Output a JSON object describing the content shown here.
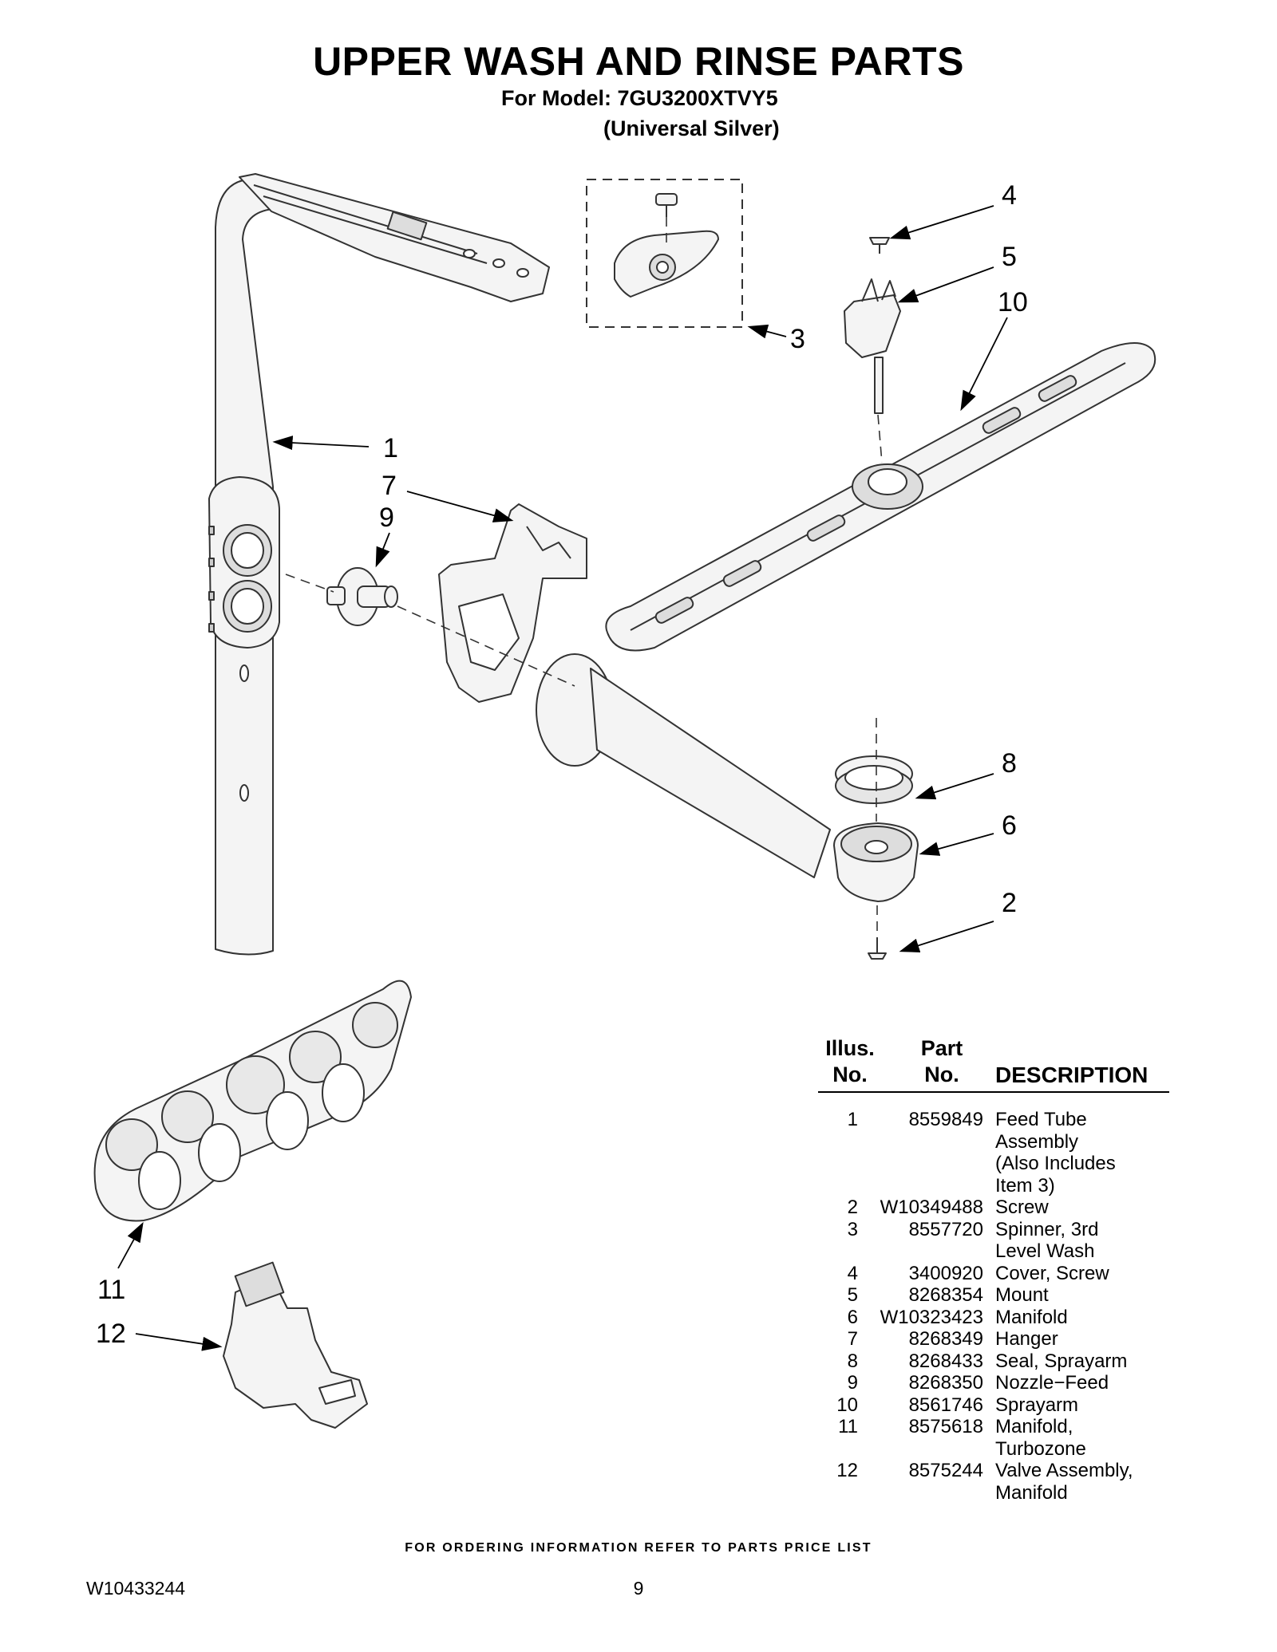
{
  "header": {
    "title": "UPPER WASH AND RINSE PARTS",
    "model_line": "For Model: 7GU3200XTVY5",
    "color_line": "(Universal Silver)"
  },
  "callouts": {
    "c1": "1",
    "c2": "2",
    "c3": "3",
    "c4": "4",
    "c5": "5",
    "c6": "6",
    "c7": "7",
    "c8": "8",
    "c9": "9",
    "c10": "10",
    "c11": "11",
    "c12": "12"
  },
  "parts_table": {
    "headers": {
      "illus_line1": "Illus.",
      "illus_line2": "No.",
      "part_line1": "Part",
      "part_line2": "No.",
      "description": "DESCRIPTION"
    },
    "rows": [
      {
        "illus": "1",
        "part": "8559849",
        "description": "Feed Tube\nAssembly\n(Also Includes\nItem 3)"
      },
      {
        "illus": "2",
        "part": "W10349488",
        "description": "Screw"
      },
      {
        "illus": "3",
        "part": "8557720",
        "description": "Spinner, 3rd\nLevel Wash"
      },
      {
        "illus": "4",
        "part": "3400920",
        "description": "Cover, Screw"
      },
      {
        "illus": "5",
        "part": "8268354",
        "description": "Mount"
      },
      {
        "illus": "6",
        "part": "W10323423",
        "description": "Manifold"
      },
      {
        "illus": "7",
        "part": "8268349",
        "description": "Hanger"
      },
      {
        "illus": "8",
        "part": "8268433",
        "description": "Seal, Sprayarm"
      },
      {
        "illus": "9",
        "part": "8268350",
        "description": "Nozzle−Feed"
      },
      {
        "illus": "10",
        "part": "8561746",
        "description": "Sprayarm"
      },
      {
        "illus": "11",
        "part": "8575618",
        "description": "Manifold,\nTurbozone"
      },
      {
        "illus": "12",
        "part": "8575244",
        "description": "Valve Assembly,\nManifold"
      }
    ]
  },
  "footer": {
    "ordering_note": "FOR ORDERING INFORMATION REFER TO PARTS PRICE LIST",
    "document_number": "W10433244",
    "page_number": "9"
  }
}
